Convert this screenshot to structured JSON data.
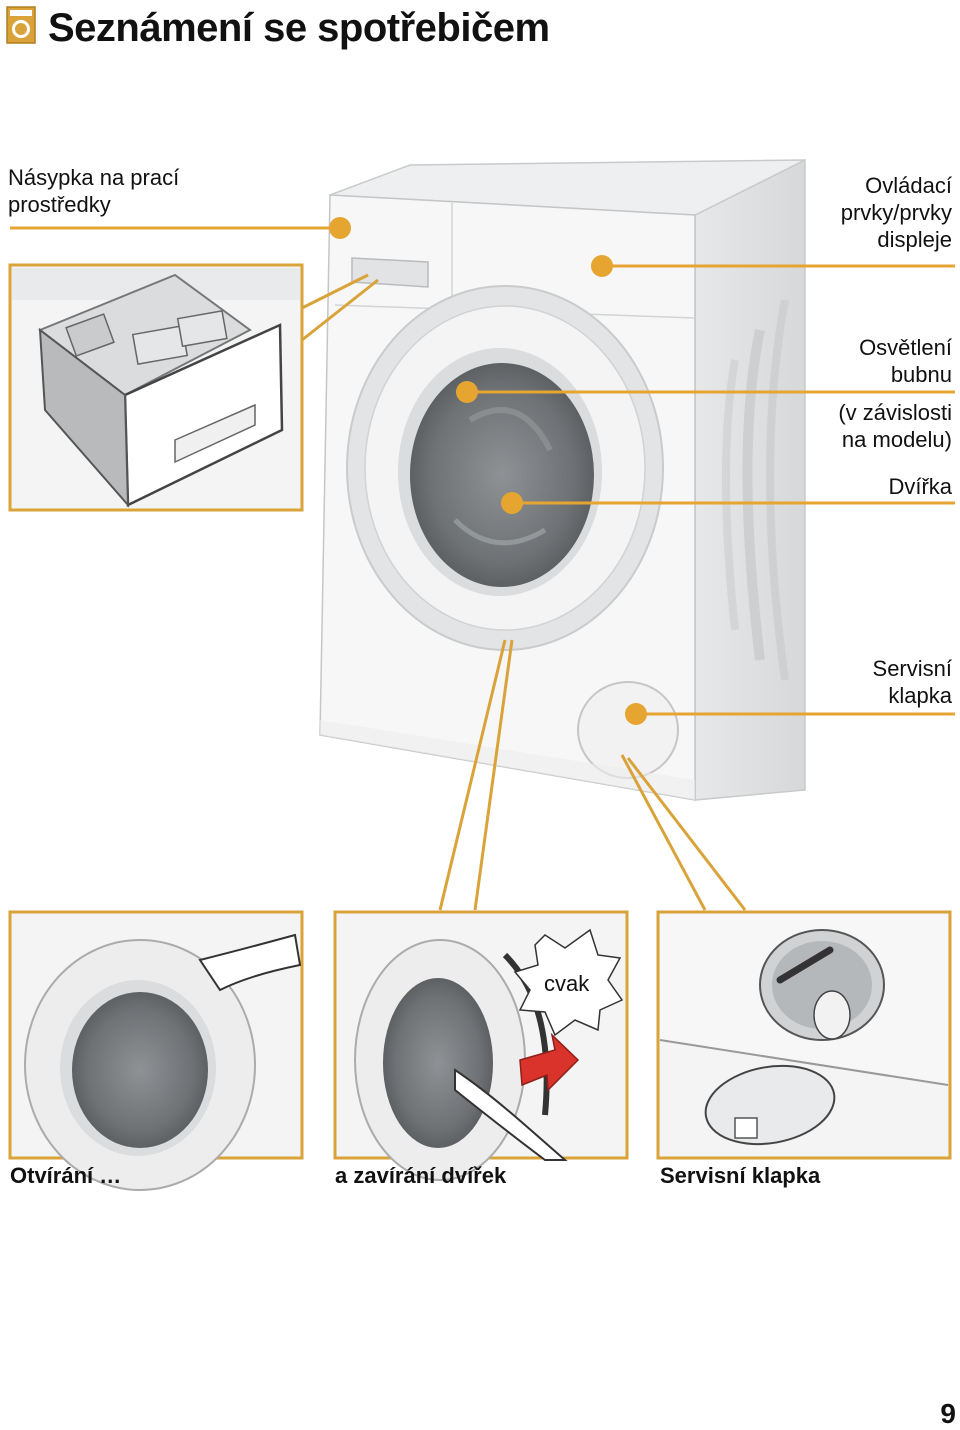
{
  "header": {
    "title": "Seznámení se spotřebičem"
  },
  "callouts": {
    "detergent_drawer": [
      "Násypka na prací",
      "prostředky"
    ],
    "controls": [
      "Ovládací",
      "prvky/prvky",
      "displeje"
    ],
    "drum_light": [
      "Osvětlení",
      "bubnu"
    ],
    "drum_light_note": [
      "(v závislosti",
      "na modelu)"
    ],
    "door": "Dvířka",
    "service_flap": [
      "Servisní",
      "klapka"
    ]
  },
  "detail_views": {
    "sound_word": "cvak",
    "captions": {
      "opening": "Otvírání …",
      "closing": "a zavírání dvířek",
      "service": "Servisní klapka"
    }
  },
  "colors": {
    "accent": "#E6A530",
    "frame": "#D9A33A",
    "arrow": "#D9332B",
    "drum": "#6E7275"
  },
  "footer": {
    "page_number": "9"
  }
}
